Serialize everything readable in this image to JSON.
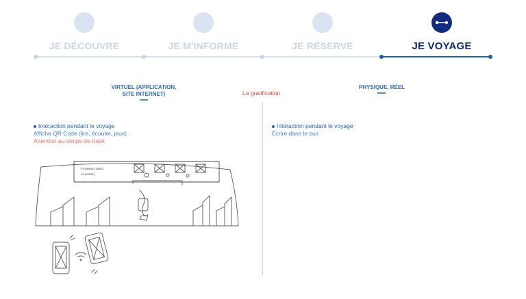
{
  "steps": [
    {
      "label": "JE DÉCOUVRE",
      "state": "inactive"
    },
    {
      "label": "JE M'INFORME",
      "state": "inactive"
    },
    {
      "label": "JE RÉSERVE",
      "state": "inactive"
    },
    {
      "label": "JE VOYAGE",
      "state": "active"
    }
  ],
  "columns": {
    "left_title": "VIRTUEL (APPLICATION, SITE INTERNET)",
    "center_title": "La gratification",
    "right_title": "PHYSIQUE, RÉEL"
  },
  "left_block": {
    "heading": "Intéraction pendant le voyage",
    "line1": "Affiche QR Code (lire, écouter, jeux)",
    "line2": "Attention au temps de trajet"
  },
  "right_block": {
    "heading": "Intéraction pendant le voyage",
    "line1": "Écrire dans le bus"
  },
  "sketch": {
    "screen_line1": "VITAMINEZ BANG",
    "screen_line2": "42 (SERIE)"
  },
  "colors": {
    "active": "#102b80",
    "accent": "#1e63b5",
    "warning": "#ef6b62",
    "gratification": "#e0483e"
  }
}
